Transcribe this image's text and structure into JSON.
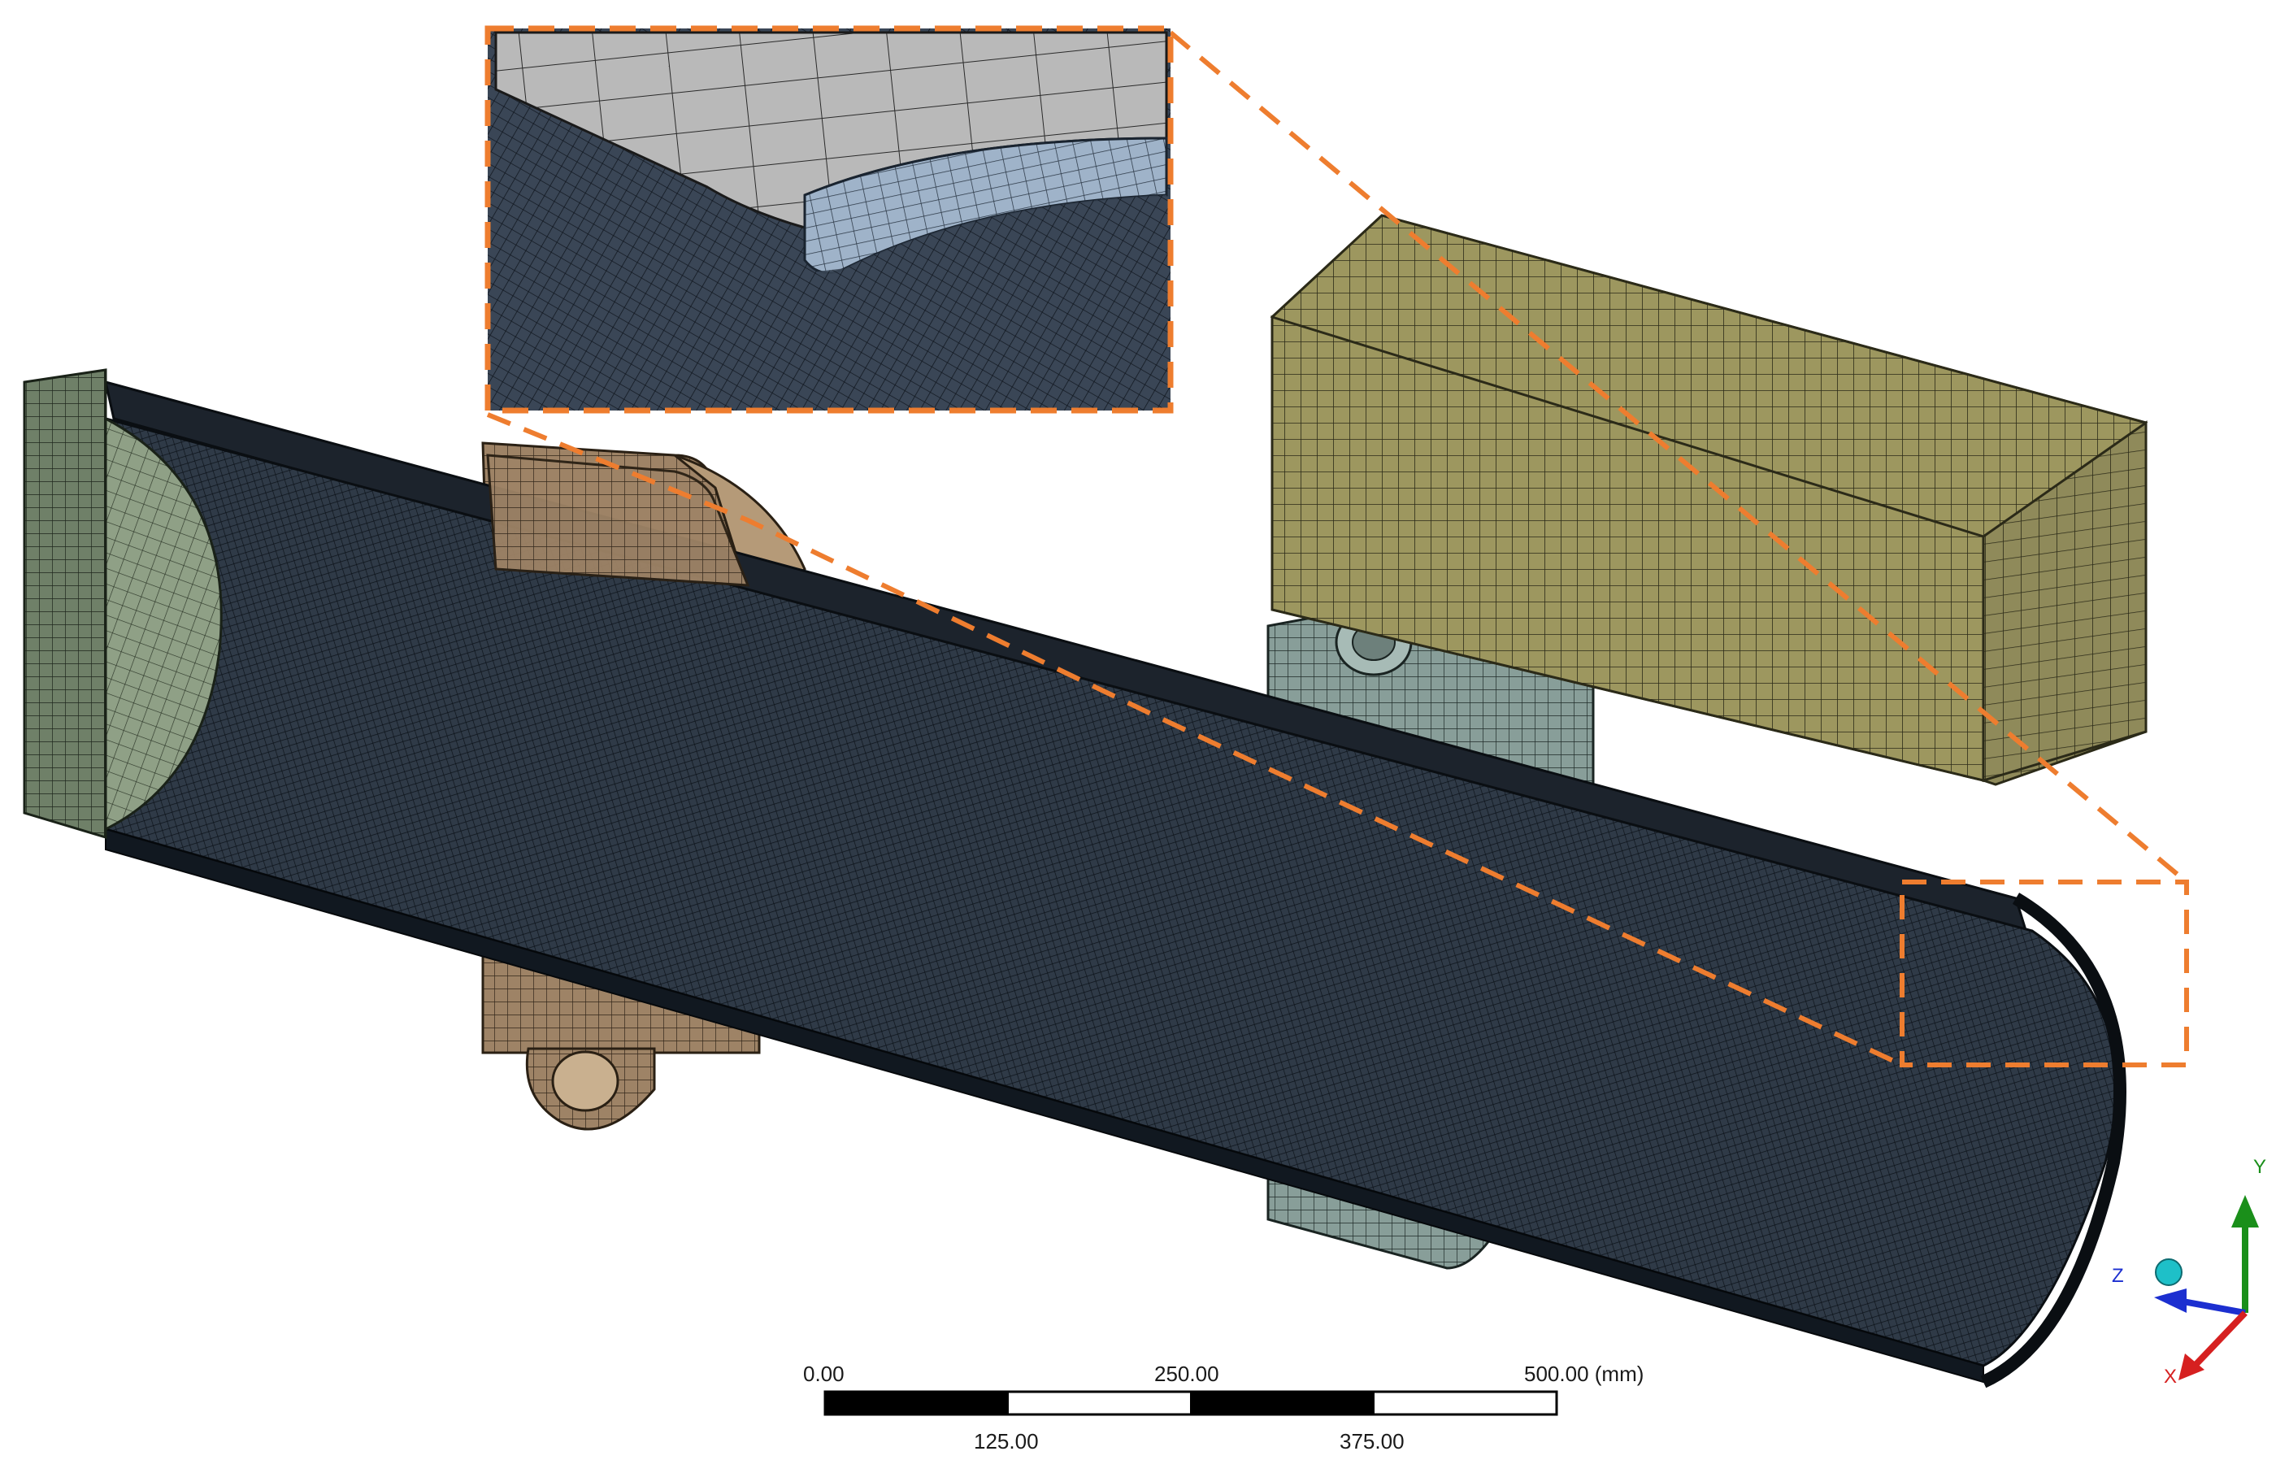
{
  "scale_bar": {
    "top_labels": [
      "0.00",
      "250.00",
      "500.00 (mm)"
    ],
    "bottom_labels": [
      "125.00",
      "375.00"
    ]
  },
  "triad": {
    "x_label": "X",
    "y_label": "Y",
    "z_label": "Z"
  },
  "colors": {
    "highlight": "#ee7d2f",
    "pipe_mesh": "#2f3a47",
    "end_cap": "#6f8068",
    "left_support": "#9e8366",
    "right_support": "#889e99",
    "block": "#8f8a5a",
    "axis_x": "#d62020",
    "axis_y": "#1a8f1a",
    "axis_z": "#1c2fd0",
    "axis_origin": "#1ec0c8"
  }
}
